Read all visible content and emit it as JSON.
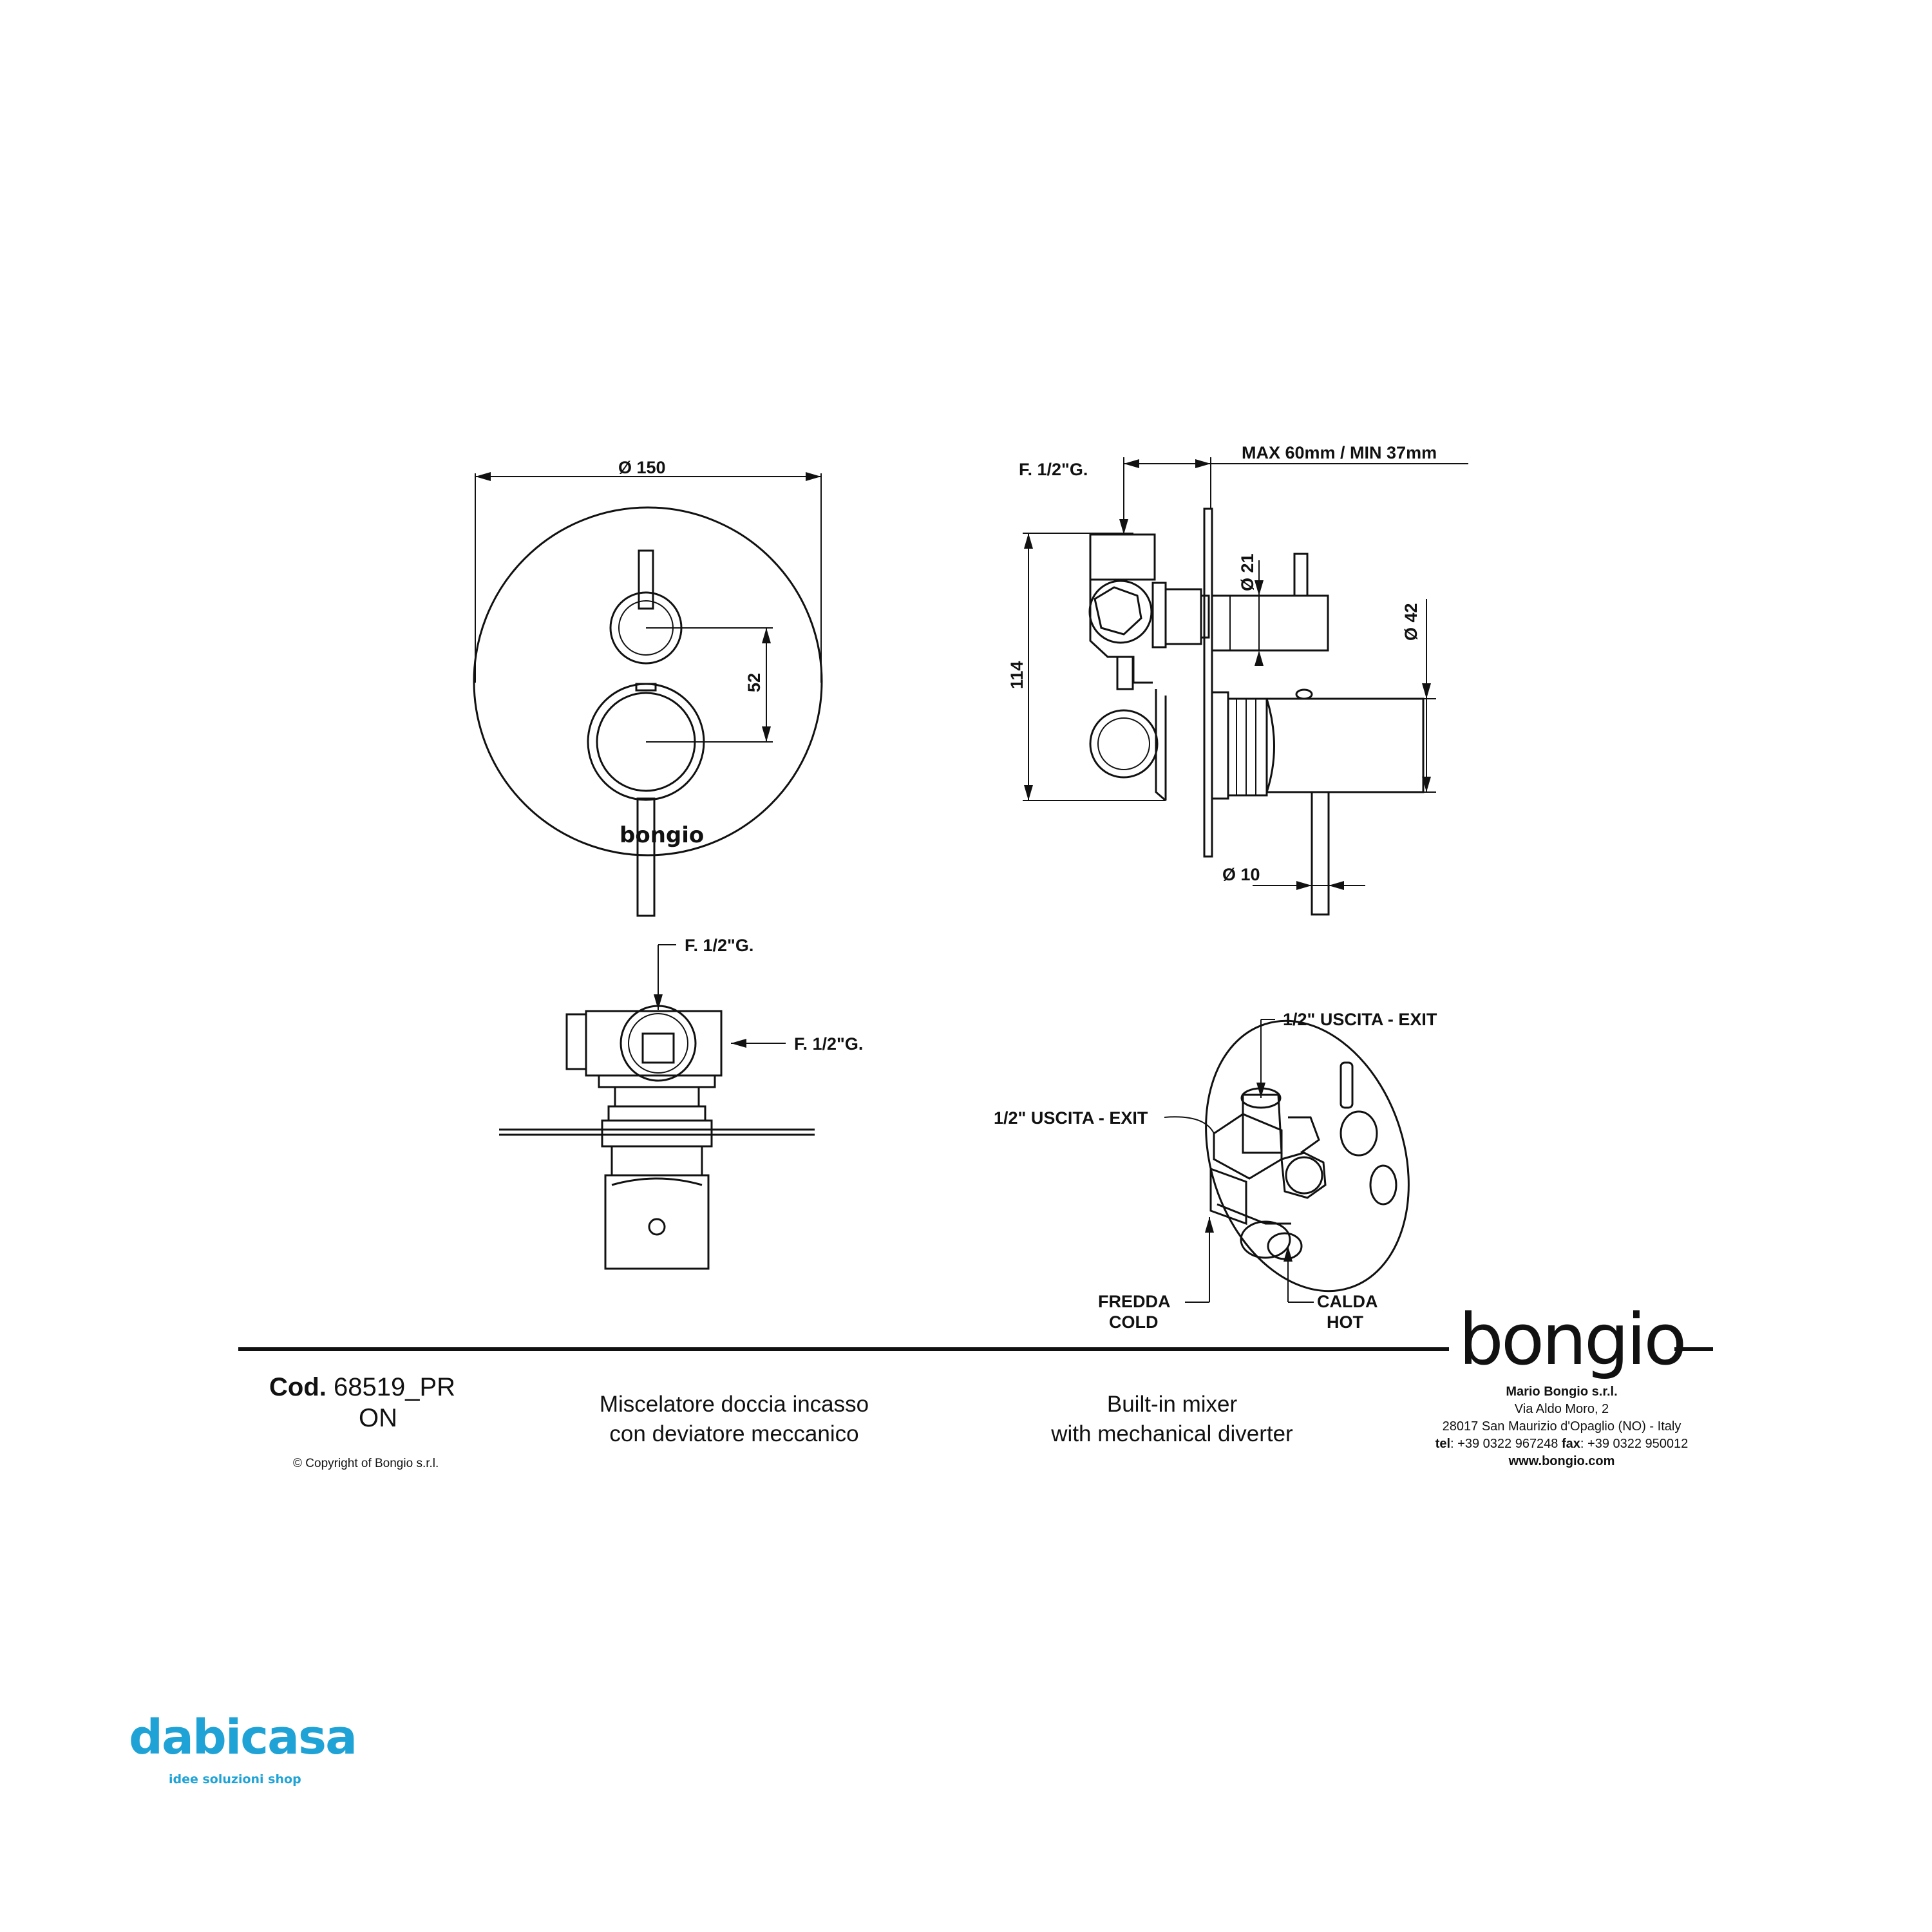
{
  "labels": {
    "dia_150": "Ø  150",
    "dim_52": "52",
    "logo_small": "bongio",
    "f_half_top": "F. 1/2\"G.",
    "max_min": "MAX 60mm / MIN 37mm",
    "dia_21": "Ø  21",
    "dia_42": "Ø  42",
    "dim_114": "114",
    "dia_10": "Ø  10",
    "f_half_bottom_top": "F. 1/2\"G.",
    "f_half_bottom_right": "F. 1/2\"G.",
    "exit_top": "1/2\" USCITA - EXIT",
    "exit_left": "1/2\" USCITA - EXIT",
    "fredda": "FREDDA",
    "cold": "COLD",
    "calda": "CALDA",
    "hot": "HOT"
  },
  "brand": {
    "logo": "bongio",
    "company": "Mario Bongio s.r.l.",
    "address1": "Via Aldo Moro, 2",
    "address2": "28017 San Maurizio d'Opaglio (NO) - Italy",
    "tel_label": "tel",
    "tel": ": +39 0322 967248 ",
    "fax_label": "fax",
    "fax": ": +39 0322 950012",
    "website": "www.bongio.com"
  },
  "product": {
    "code_label": "Cod.",
    "code": " 68519_PR",
    "code_suffix": "ON",
    "desc_it_1": "Miscelatore doccia incasso",
    "desc_it_2": "con deviatore meccanico",
    "desc_en_1": "Built-in mixer",
    "desc_en_2": "with mechanical diverter",
    "copyright": "© Copyright of Bongio s.r.l."
  },
  "watermark": {
    "name": "dabicasa",
    "tagline": "idee  soluzioni shop"
  },
  "colors": {
    "ink": "#111111",
    "watermark": "#1fa3d6"
  }
}
